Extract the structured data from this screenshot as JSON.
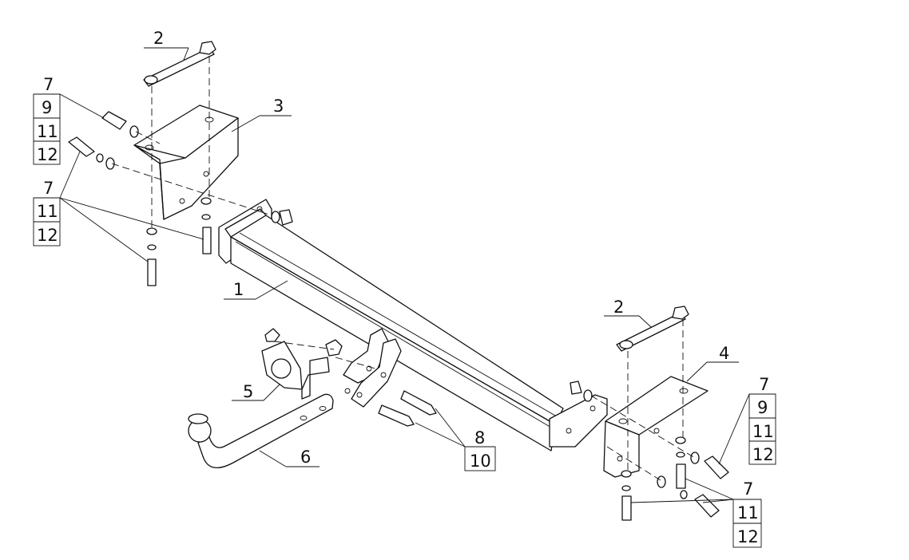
{
  "labels": {
    "p1": "1",
    "p2a": "2",
    "p2b": "2",
    "p3": "3",
    "p4": "4",
    "p5": "5",
    "p6": "6",
    "p7_tl": "7",
    "p9_tl": "9",
    "p11_tl": "11",
    "p12_tl": "12",
    "p7_ml": "7",
    "p11_ml": "11",
    "p12_ml": "12",
    "p7_tr": "7",
    "p9_tr": "9",
    "p11_tr": "11",
    "p12_tr": "12",
    "p7_br": "7",
    "p11_br": "11",
    "p12_br": "12",
    "p8": "8",
    "p10": "10"
  }
}
